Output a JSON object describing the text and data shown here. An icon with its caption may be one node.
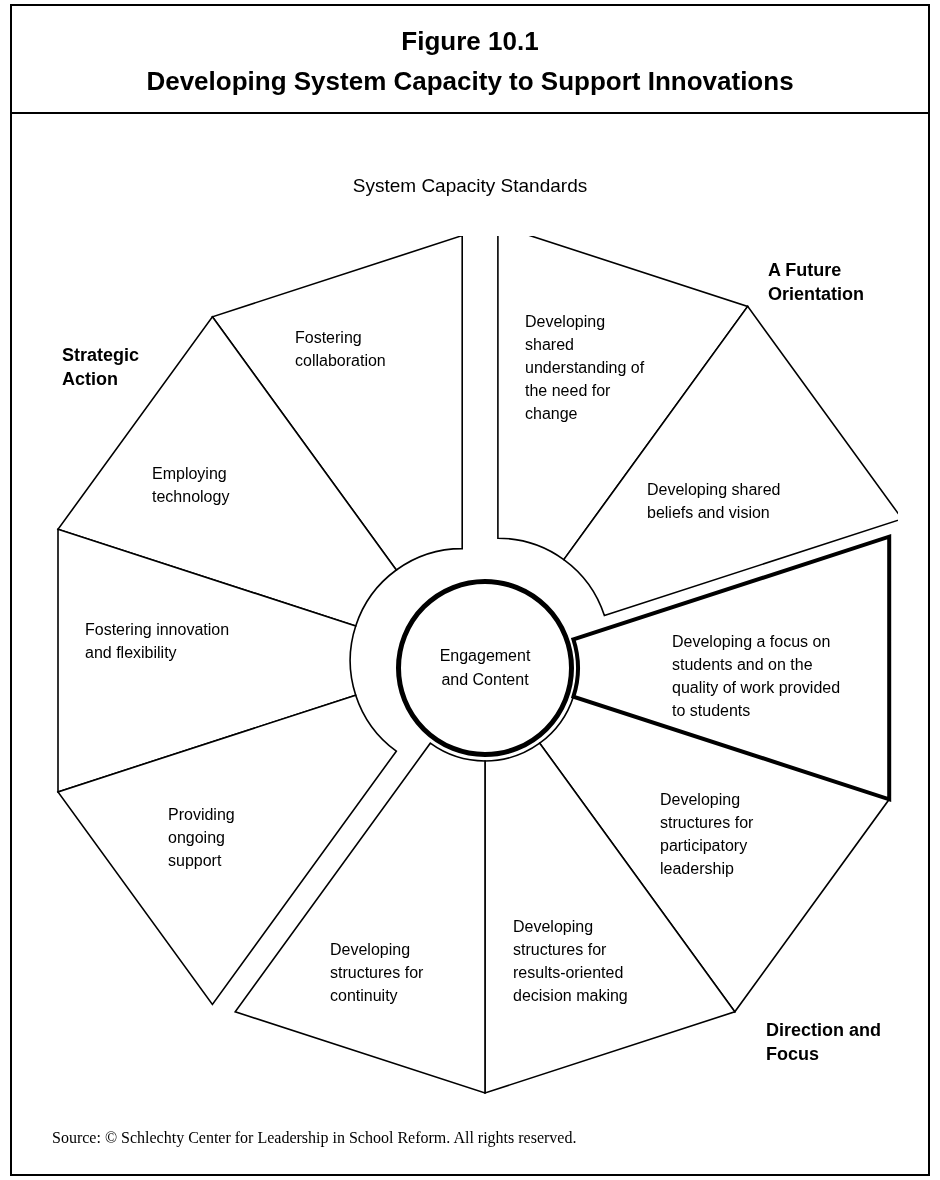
{
  "diagram": {
    "title": "Developing System Capacity to Support Innovations",
    "caption": "Source: © Schlechty Center for Leadership in School Reform. All rights reserved.",
    "nodes": [
      {
        "text": [
          "Fostering collaboration"
        ]
      },
      {
        "text": [
          "Developing shared understanding of the need for change"
        ]
      },
      {
        "text": [
          "Employing technology"
        ]
      },
      {
        "text": [
          "Developing shared beliefs and vision"
        ]
      },
      {
        "text": [
          "Fostering innovation and flexibility"
        ]
      },
      {
        "text": [
          "Developing a focus on students and on the quality of work provided to students"
        ]
      },
      {
        "text": [
          "Engagement and Content"
        ]
      },
      {
        "text": [
          "Developing structures for participatory leadership"
        ]
      },
      {
        "text": [
          "Providing ongoing support"
        ]
      },
      {
        "text": [
          "Developing structures for results-oriented decision making"
        ]
      },
      {
        "text": [
          "Developing structures for continuity"
        ]
      }
    ],
    "labels": [
      "Figure 10.1",
      "System Capacity Standards",
      "Strategic Action",
      "A Future Orientation",
      "Direction and Focus"
    ]
  }
}
